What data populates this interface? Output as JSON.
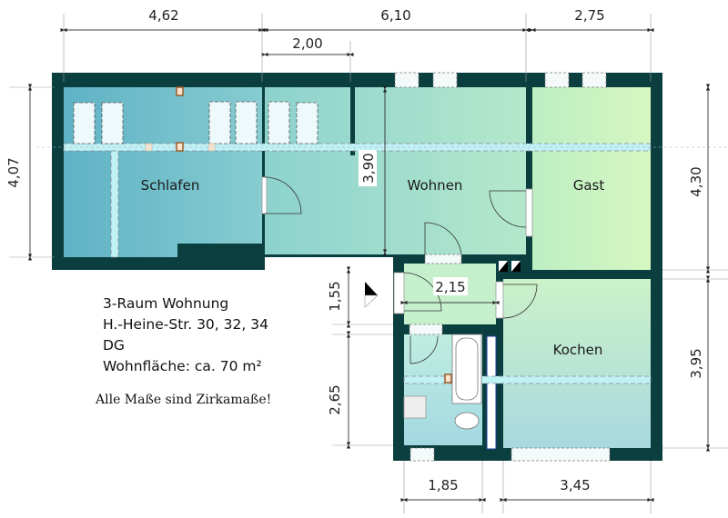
{
  "title": "3-Raum Wohnung",
  "info": {
    "line1": "3-Raum Wohnung",
    "address": "H.-Heine-Str. 30, 32, 34",
    "floor": "DG",
    "area": "Wohnfläche: ca. 70 m²",
    "note": "Alle Maße sind Zirkamaße!"
  },
  "rooms": {
    "schlafen": "Schlafen",
    "wohnen": "Wohnen",
    "gast": "Gast",
    "kochen": "Kochen"
  },
  "dimensions": {
    "top_schlafen": "4,62",
    "top_wohnen": "6,10",
    "top_gast": "2,75",
    "top_window": "2,00",
    "left_schlafen": "4,07",
    "right_gast": "4,30",
    "right_kochen": "3,95",
    "left_flur": "1,55",
    "left_bad": "2,65",
    "bottom_bad": "1,85",
    "bottom_kochen": "3,45",
    "inner_wohnen": "3,90",
    "inner_flur": "2,15"
  },
  "colors": {
    "wall": "#0b3f3f",
    "schlafen": "#6cbccb",
    "wohnen": "#9fdccb",
    "gast": "#c9f0c0",
    "kochen": "#bfe6d0"
  }
}
